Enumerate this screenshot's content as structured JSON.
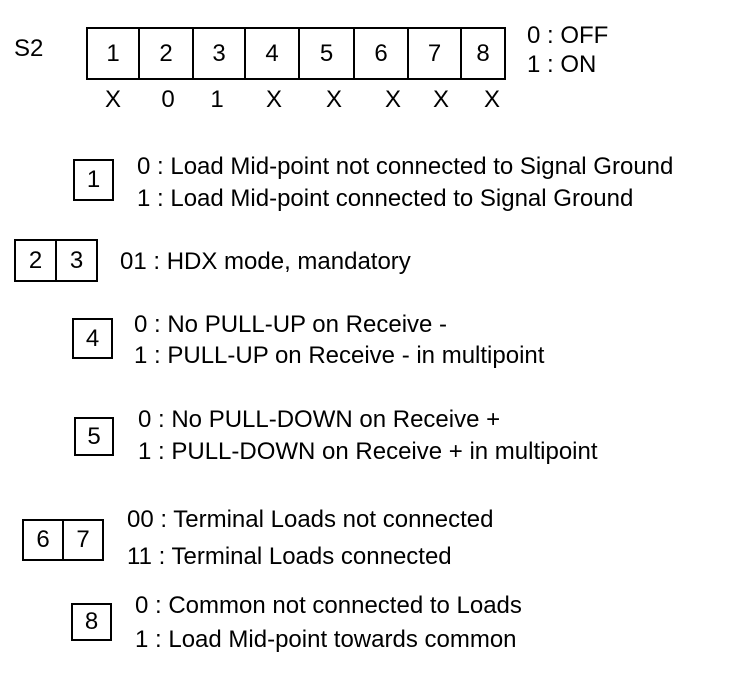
{
  "switch_name": "S2",
  "switch_positions": [
    "1",
    "2",
    "3",
    "4",
    "5",
    "6",
    "7",
    "8"
  ],
  "settings": [
    "X",
    "0",
    "1",
    "X",
    "X",
    "X",
    "X",
    "X"
  ],
  "legend": [
    "0 : OFF",
    "1 : ON"
  ],
  "groups": [
    {
      "switches": [
        "1"
      ],
      "lines": [
        "0 : Load Mid-point not connected to Signal Ground",
        "1 : Load Mid-point connected to Signal Ground"
      ]
    },
    {
      "switches": [
        "2",
        "3"
      ],
      "lines": [
        "01 : HDX mode,  mandatory"
      ]
    },
    {
      "switches": [
        "4"
      ],
      "lines": [
        "0 : No PULL-UP on Receive -",
        "1 : PULL-UP on Receive -  in multipoint"
      ]
    },
    {
      "switches": [
        "5"
      ],
      "lines": [
        "0 : No PULL-DOWN on Receive +",
        "1 : PULL-DOWN on Receive +  in multipoint"
      ]
    },
    {
      "switches": [
        "6",
        "7"
      ],
      "lines": [
        "00 : Terminal Loads not connected",
        "11 : Terminal Loads connected"
      ]
    },
    {
      "switches": [
        "8"
      ],
      "lines": [
        "0 : Common not connected to Loads",
        "1 : Load Mid-point towards common"
      ]
    }
  ]
}
